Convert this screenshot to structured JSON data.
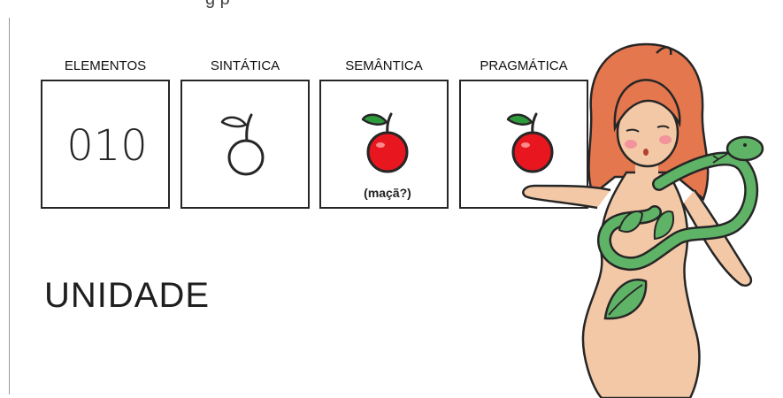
{
  "slide": {
    "top_caption": "g       p",
    "heading": "UNIDADE"
  },
  "panels": [
    {
      "label": "ELEMENTOS",
      "glyph_text": "010"
    },
    {
      "label": "SINTÁTICA"
    },
    {
      "label": "SEMÂNTICA",
      "caption": "(maçã?)"
    },
    {
      "label": "PRAGMÁTICA"
    }
  ],
  "colors": {
    "apple_red": "#e8161f",
    "leaf_green": "#2e9a3c",
    "skin": "#f3c8a6",
    "hair": "#e5774e",
    "snake": "#5fb366",
    "outline": "#262626"
  },
  "icons": {
    "apple": "apple-icon",
    "apple_outline": "apple-outline-icon",
    "character": "eve-with-snake-illustration"
  }
}
